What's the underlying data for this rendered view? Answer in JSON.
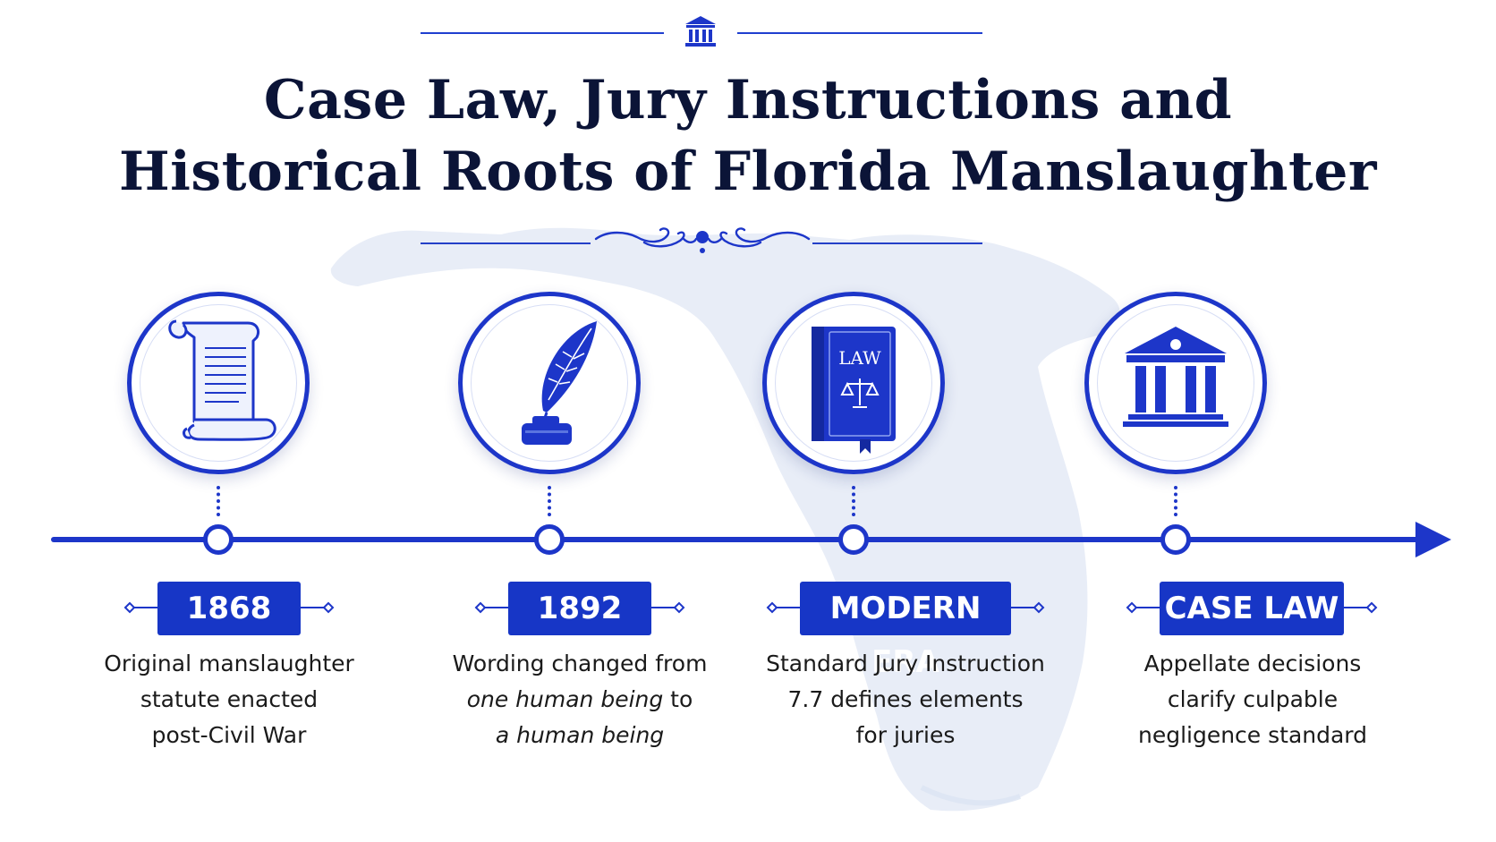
{
  "title": {
    "line1": "Case Law, Jury Instructions and",
    "line2": "Historical Roots of Florida Manslaughter"
  },
  "header_icon": "courthouse-icon",
  "colors": {
    "accent": "#1d36c9",
    "title": "#0b1437",
    "map": "#e4eaf6"
  },
  "timeline": [
    {
      "label": "1868",
      "icon": "scroll-icon",
      "desc": [
        "Original manslaughter",
        "statute enacted",
        "post-Civil War"
      ]
    },
    {
      "label": "1892",
      "icon": "quill-inkwell-icon",
      "desc": [
        "Wording changed from",
        "one human being",
        " to",
        "a human being"
      ]
    },
    {
      "label": "MODERN ERA",
      "icon": "law-book-icon",
      "book_text": "LAW",
      "desc": [
        "Standard Jury Instruction",
        "7.7 defines elements",
        "for juries"
      ]
    },
    {
      "label": "CASE LAW",
      "icon": "courthouse-icon",
      "desc": [
        "Appellate decisions",
        "clarify culpable",
        "negligence standard"
      ]
    }
  ]
}
